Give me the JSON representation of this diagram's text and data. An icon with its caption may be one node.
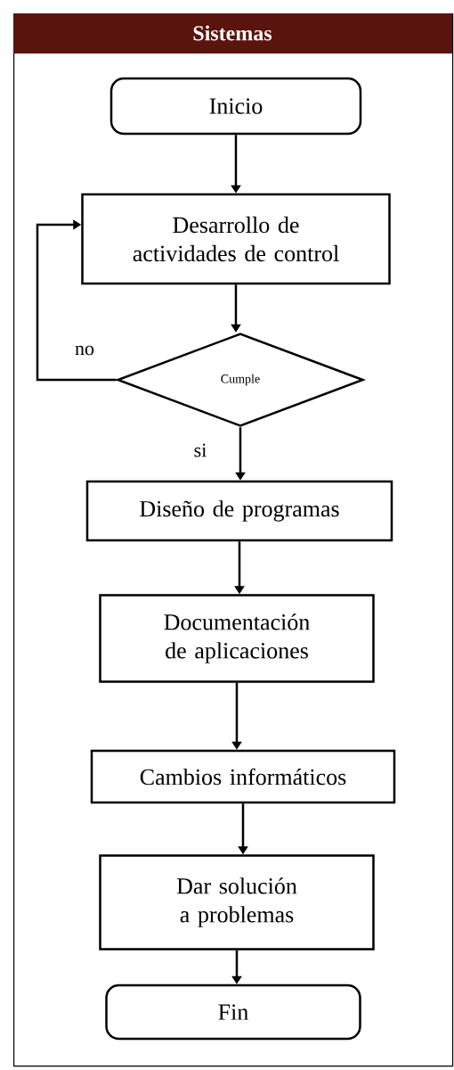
{
  "diagram": {
    "nodes": [
      {
        "text": [
          "Sistemas"
        ]
      },
      {
        "text": [
          "Inicio"
        ],
        "in": 0
      },
      {
        "text": [
          "Desarrollo de actividades de control"
        ],
        "in": 0
      },
      {
        "text": [
          "Cumple"
        ],
        "in": 0
      },
      {
        "text": [
          "Diseño de programas"
        ],
        "in": 0
      },
      {
        "text": [
          "Documentación de aplicaciones"
        ],
        "in": 0
      },
      {
        "text": [
          "Cambios informáticos"
        ],
        "in": 0
      },
      {
        "text": [
          "Dar solución a problemas"
        ],
        "in": 0
      },
      {
        "text": [
          "Fin"
        ],
        "in": 0
      }
    ],
    "edges": [
      {
        "from": 1,
        "to": 2,
        "arrow": "to"
      },
      {
        "from": 2,
        "to": 3,
        "arrow": "to"
      },
      {
        "from": 3,
        "to": 2,
        "arrow": "to",
        "label": "no"
      },
      {
        "from": 3,
        "to": 4,
        "arrow": "to",
        "label": "si"
      },
      {
        "from": 4,
        "to": 5,
        "arrow": "to"
      },
      {
        "from": 5,
        "to": 6,
        "arrow": "to"
      },
      {
        "from": 6,
        "to": 7,
        "arrow": "to"
      },
      {
        "from": 7,
        "to": 8,
        "arrow": "to"
      }
    ]
  }
}
